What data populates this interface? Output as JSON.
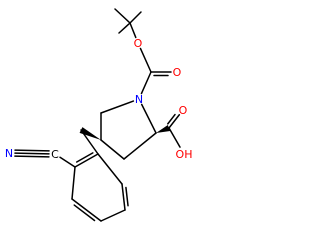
{
  "molecule": {
    "atoms": {
      "tert_butyl_methyl_1": {
        "symbol": "C",
        "label": ""
      },
      "tert_butyl_methyl_2": {
        "symbol": "C",
        "label": ""
      },
      "tert_butyl_methyl_3": {
        "symbol": "C",
        "label": ""
      },
      "tert_butyl_quaternary": {
        "symbol": "C",
        "label": ""
      },
      "ester_oxygen": {
        "symbol": "O",
        "label": "O"
      },
      "carbamate_carbon": {
        "symbol": "C",
        "label": ""
      },
      "carbamate_carbonyl_oxygen": {
        "symbol": "O",
        "label": "O"
      },
      "ring_nitrogen": {
        "symbol": "N",
        "label": "N"
      },
      "ring_ch2_n": {
        "symbol": "C",
        "label": ""
      },
      "ring_ch_benzyl": {
        "symbol": "C",
        "label": ""
      },
      "ring_ch2": {
        "symbol": "C",
        "label": ""
      },
      "ring_ch_acid": {
        "symbol": "C",
        "label": ""
      },
      "acid_carbon": {
        "symbol": "C",
        "label": ""
      },
      "acid_carbonyl_oxygen": {
        "symbol": "O",
        "label": "O"
      },
      "acid_hydroxyl": {
        "symbol": "O",
        "label": "OH"
      },
      "benzyl_ch2": {
        "symbol": "C",
        "label": ""
      },
      "benzene_c1": {
        "symbol": "C",
        "label": ""
      },
      "benzene_c2": {
        "symbol": "C",
        "label": ""
      },
      "benzene_c3": {
        "symbol": "C",
        "label": ""
      },
      "benzene_c4": {
        "symbol": "C",
        "label": ""
      },
      "benzene_c5": {
        "symbol": "C",
        "label": ""
      },
      "benzene_c6": {
        "symbol": "C",
        "label": ""
      },
      "nitrile_carbon": {
        "symbol": "C",
        "label": "C"
      },
      "nitrile_nitrogen": {
        "symbol": "N",
        "label": "N"
      }
    },
    "colors": {
      "bond": "#000000",
      "oxygen": "#ff0000",
      "nitrogen": "#0000ff",
      "carbon": "#000000",
      "background": "#ffffff"
    }
  }
}
